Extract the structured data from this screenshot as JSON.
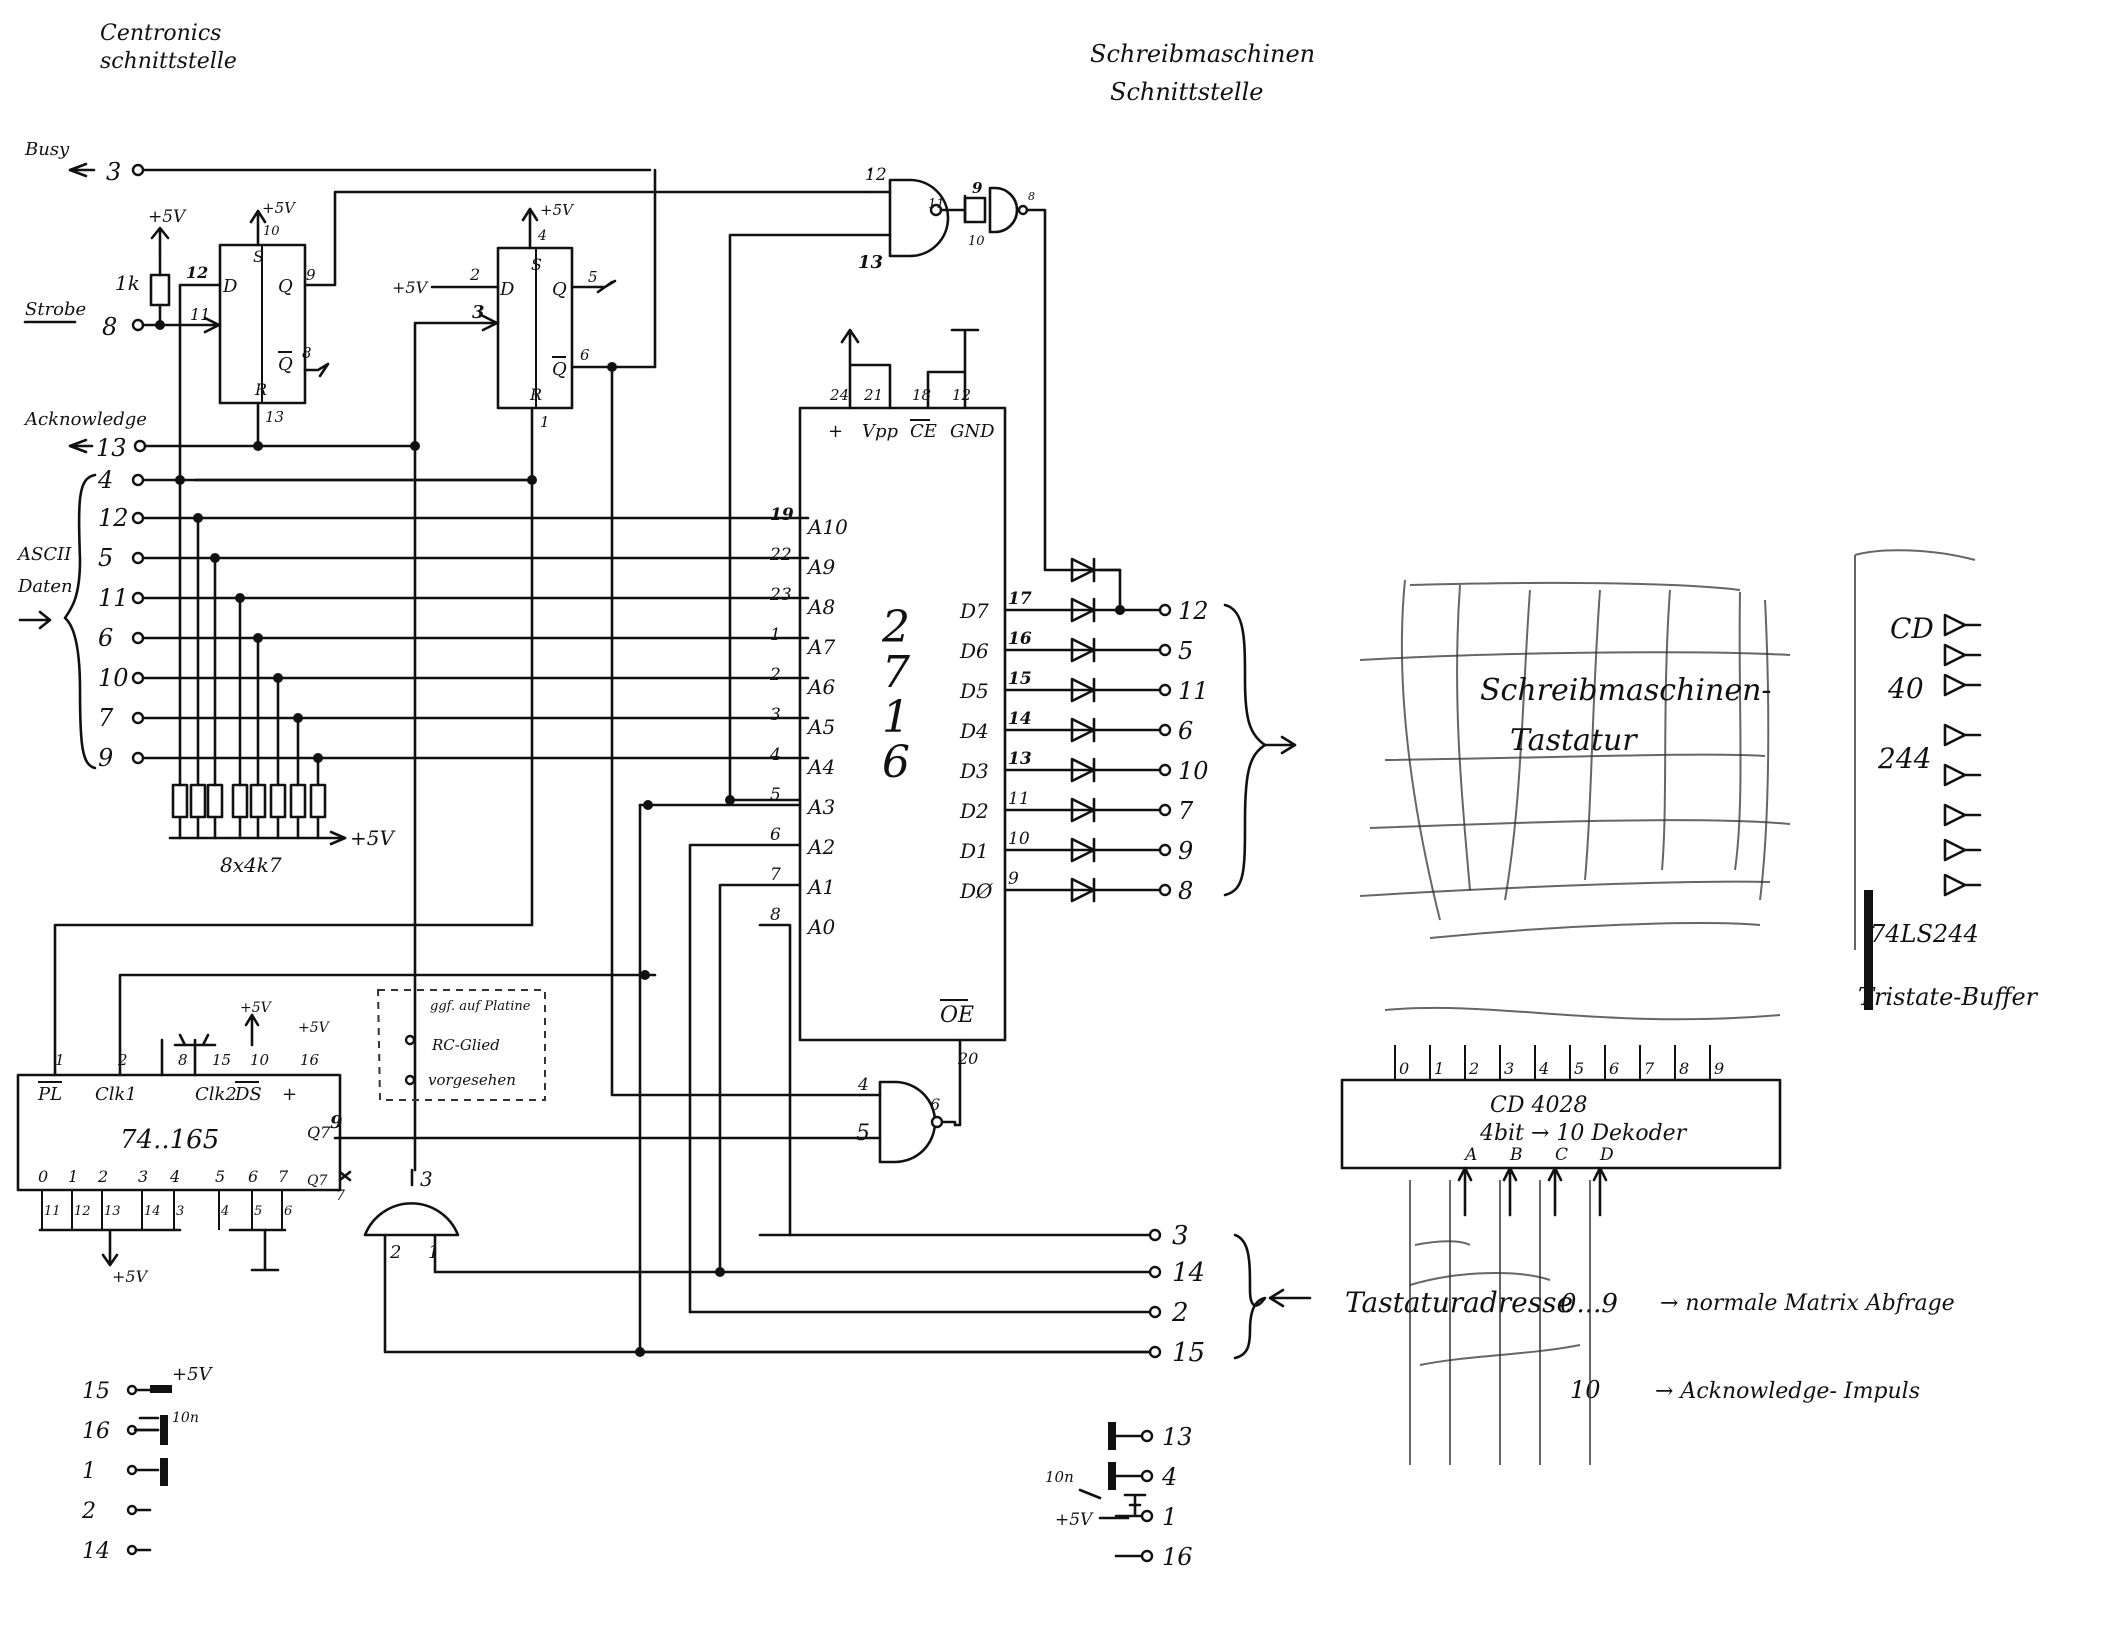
{
  "headings": {
    "centronics": [
      "Centronics",
      "schnittstelle"
    ],
    "typewriter": [
      "Schreibmaschinen",
      "Schnittstelle"
    ]
  },
  "port": {
    "busy": "Busy",
    "busy_pin": "3",
    "strobe": "Strobe",
    "strobe_pin": "8",
    "ack": "Acknowledge",
    "ack_pin": "13",
    "ascii": [
      "ASCII",
      "Daten"
    ],
    "data_pins": [
      "4",
      "12",
      "5",
      "11",
      "6",
      "10",
      "7",
      "9"
    ]
  },
  "pullups": {
    "value": "1k",
    "array": "8x4k7",
    "supply": "+5V"
  },
  "ff1": {
    "d": "D",
    "s": "S",
    "r": "R",
    "q": "Q",
    "qn": "Q",
    "pin_d": "12",
    "pin_clk": "11",
    "pin_s": "10",
    "pin_q": "9",
    "pin_qn": "8",
    "pin_r": "13",
    "supply": "+5V"
  },
  "ff2": {
    "d": "D",
    "s": "S",
    "r": "R",
    "q": "Q",
    "qn": "Q",
    "pin_d": "2",
    "pin_clk": "3",
    "pin_s": "4",
    "pin_q": "5",
    "pin_qn": "6",
    "pin_r": "1",
    "supply": "+5V",
    "d_in": "+5V"
  },
  "gate_top": {
    "in_a": "12",
    "in_b": "13",
    "out": "11",
    "inv_a": "9",
    "inv_b": "10",
    "inv_out": "8"
  },
  "eprom": {
    "name": [
      "2",
      "7",
      "1",
      "6"
    ],
    "top_pins": [
      "+",
      "Vpp",
      "CE",
      "GND"
    ],
    "top_nums": [
      "24",
      "21",
      "18",
      "12"
    ],
    "addr_labels": [
      "A10",
      "A9",
      "A8",
      "A7",
      "A6",
      "A5",
      "A4",
      "A3",
      "A2",
      "A1",
      "A0"
    ],
    "addr_nums": [
      "19",
      "22",
      "23",
      "1",
      "2",
      "3",
      "4",
      "5",
      "6",
      "7",
      "8"
    ],
    "data_labels": [
      "D7",
      "D6",
      "D5",
      "D4",
      "D3",
      "D2",
      "D1",
      "DØ"
    ],
    "data_nums": [
      "17",
      "16",
      "15",
      "14",
      "13",
      "11",
      "10",
      "9"
    ],
    "oe": "OE",
    "oe_pin": "20"
  },
  "typewriter_out": [
    "12",
    "5",
    "11",
    "6",
    "10",
    "7",
    "9",
    "8"
  ],
  "address_out": [
    "3",
    "14",
    "2",
    "15"
  ],
  "shift": {
    "name": "74..165",
    "pins_top": [
      "PL",
      "Clk1",
      "-",
      "Clk2",
      "DS",
      "+"
    ],
    "nums_top": [
      "1",
      "2",
      "8",
      "15",
      "10",
      "16"
    ],
    "bits": [
      "0",
      "1",
      "2",
      "3",
      "4",
      "5",
      "6",
      "7"
    ],
    "q_out": "Q7",
    "qn_out": "Q7",
    "pin_q": "9",
    "pin_qn": "7",
    "supply": "+5V",
    "bottom_nums": [
      "11",
      "12",
      "13",
      "14",
      "3",
      "4",
      "5",
      "6"
    ]
  },
  "rc_note": [
    "ggf. auf Platine",
    "RC-Glied",
    "vorgesehen"
  ],
  "and_bottom": {
    "out": "3",
    "in_a": "2",
    "in_b": "1"
  },
  "nand_mid": {
    "in_a": "4",
    "in_b": "5",
    "out": "6"
  },
  "misc_left": {
    "pins": [
      "15",
      "16",
      "1",
      "2",
      "14"
    ],
    "cap": "10n",
    "supply": "+5V"
  },
  "misc_right": {
    "pins": [
      "13",
      "4",
      "1",
      "16"
    ],
    "cap": "10n",
    "supply": "+5V"
  },
  "keyboard": {
    "label": [
      "Schreibmaschinen-",
      "Tastatur"
    ]
  },
  "buffer": {
    "lines": [
      "CD",
      "40",
      "244"
    ],
    "chip": "74LS244",
    "desc": "Tristate-Buffer"
  },
  "decoder": {
    "chip": "CD 4028",
    "desc": "4bit → 10 Dekoder",
    "outputs": [
      "0",
      "1",
      "2",
      "3",
      "4",
      "5",
      "6",
      "7",
      "8",
      "9"
    ],
    "inputs": [
      "A",
      "B",
      "C",
      "D"
    ]
  },
  "key_address": {
    "label": "Tastaturadresse",
    "range": "0...9",
    "range_text": "→ normale Matrix Abfrage",
    "ten": "10",
    "ten_text": "→ Acknowledge- Impuls"
  }
}
